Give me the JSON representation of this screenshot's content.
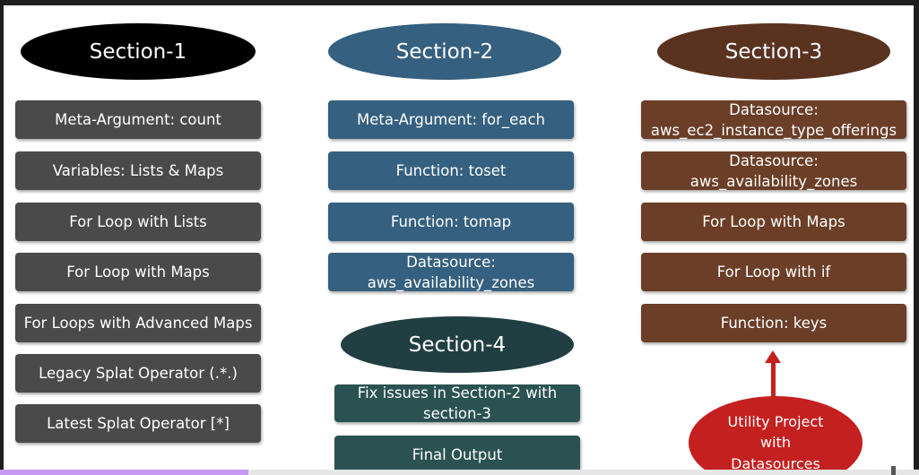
{
  "sections": {
    "section1": {
      "title": "Section-1"
    },
    "section2": {
      "title": "Section-2"
    },
    "section3": {
      "title": "Section-3"
    },
    "section4": {
      "title": "Section-4"
    }
  },
  "col1": [
    "Meta-Argument: count",
    "Variables: Lists & Maps",
    "For Loop with Lists",
    "For Loop with Maps",
    "For Loops with Advanced Maps",
    "Legacy Splat Operator (.*.)",
    "Latest Splat Operator [*]"
  ],
  "col2": {
    "meta_foreach": "Meta-Argument: for_each",
    "toset": "Function: toset",
    "tomap": "Function: tomap",
    "datasource_line1": "Datasource:",
    "datasource_line2": "aws_availability_zones"
  },
  "col3": {
    "ds1_line1": "Datasource:",
    "ds1_line2": "aws_ec2_instance_type_offerings",
    "ds2_line1": "Datasource:",
    "ds2_line2": "aws_availability_zones",
    "for_loop_maps": "For Loop with Maps",
    "for_loop_if": "For Loop with if",
    "keys": "Function: keys"
  },
  "col4": {
    "fix_line1": "Fix issues in Section-2 with",
    "fix_line2": "section-3",
    "final_output": "Final Output"
  },
  "utility": {
    "line1": "Utility Project",
    "line2": "with",
    "line3": "Datasources"
  },
  "colors": {
    "section1": "#000000",
    "section2": "#35607f",
    "section3": "#5a3220",
    "section4": "#213f42",
    "gray_box": "#4a4a4a",
    "blue_box": "#35607f",
    "brown_box": "#6b3e27",
    "teal_box": "#2b5253",
    "utility": "#c3201f"
  },
  "video_progress": 0.27
}
